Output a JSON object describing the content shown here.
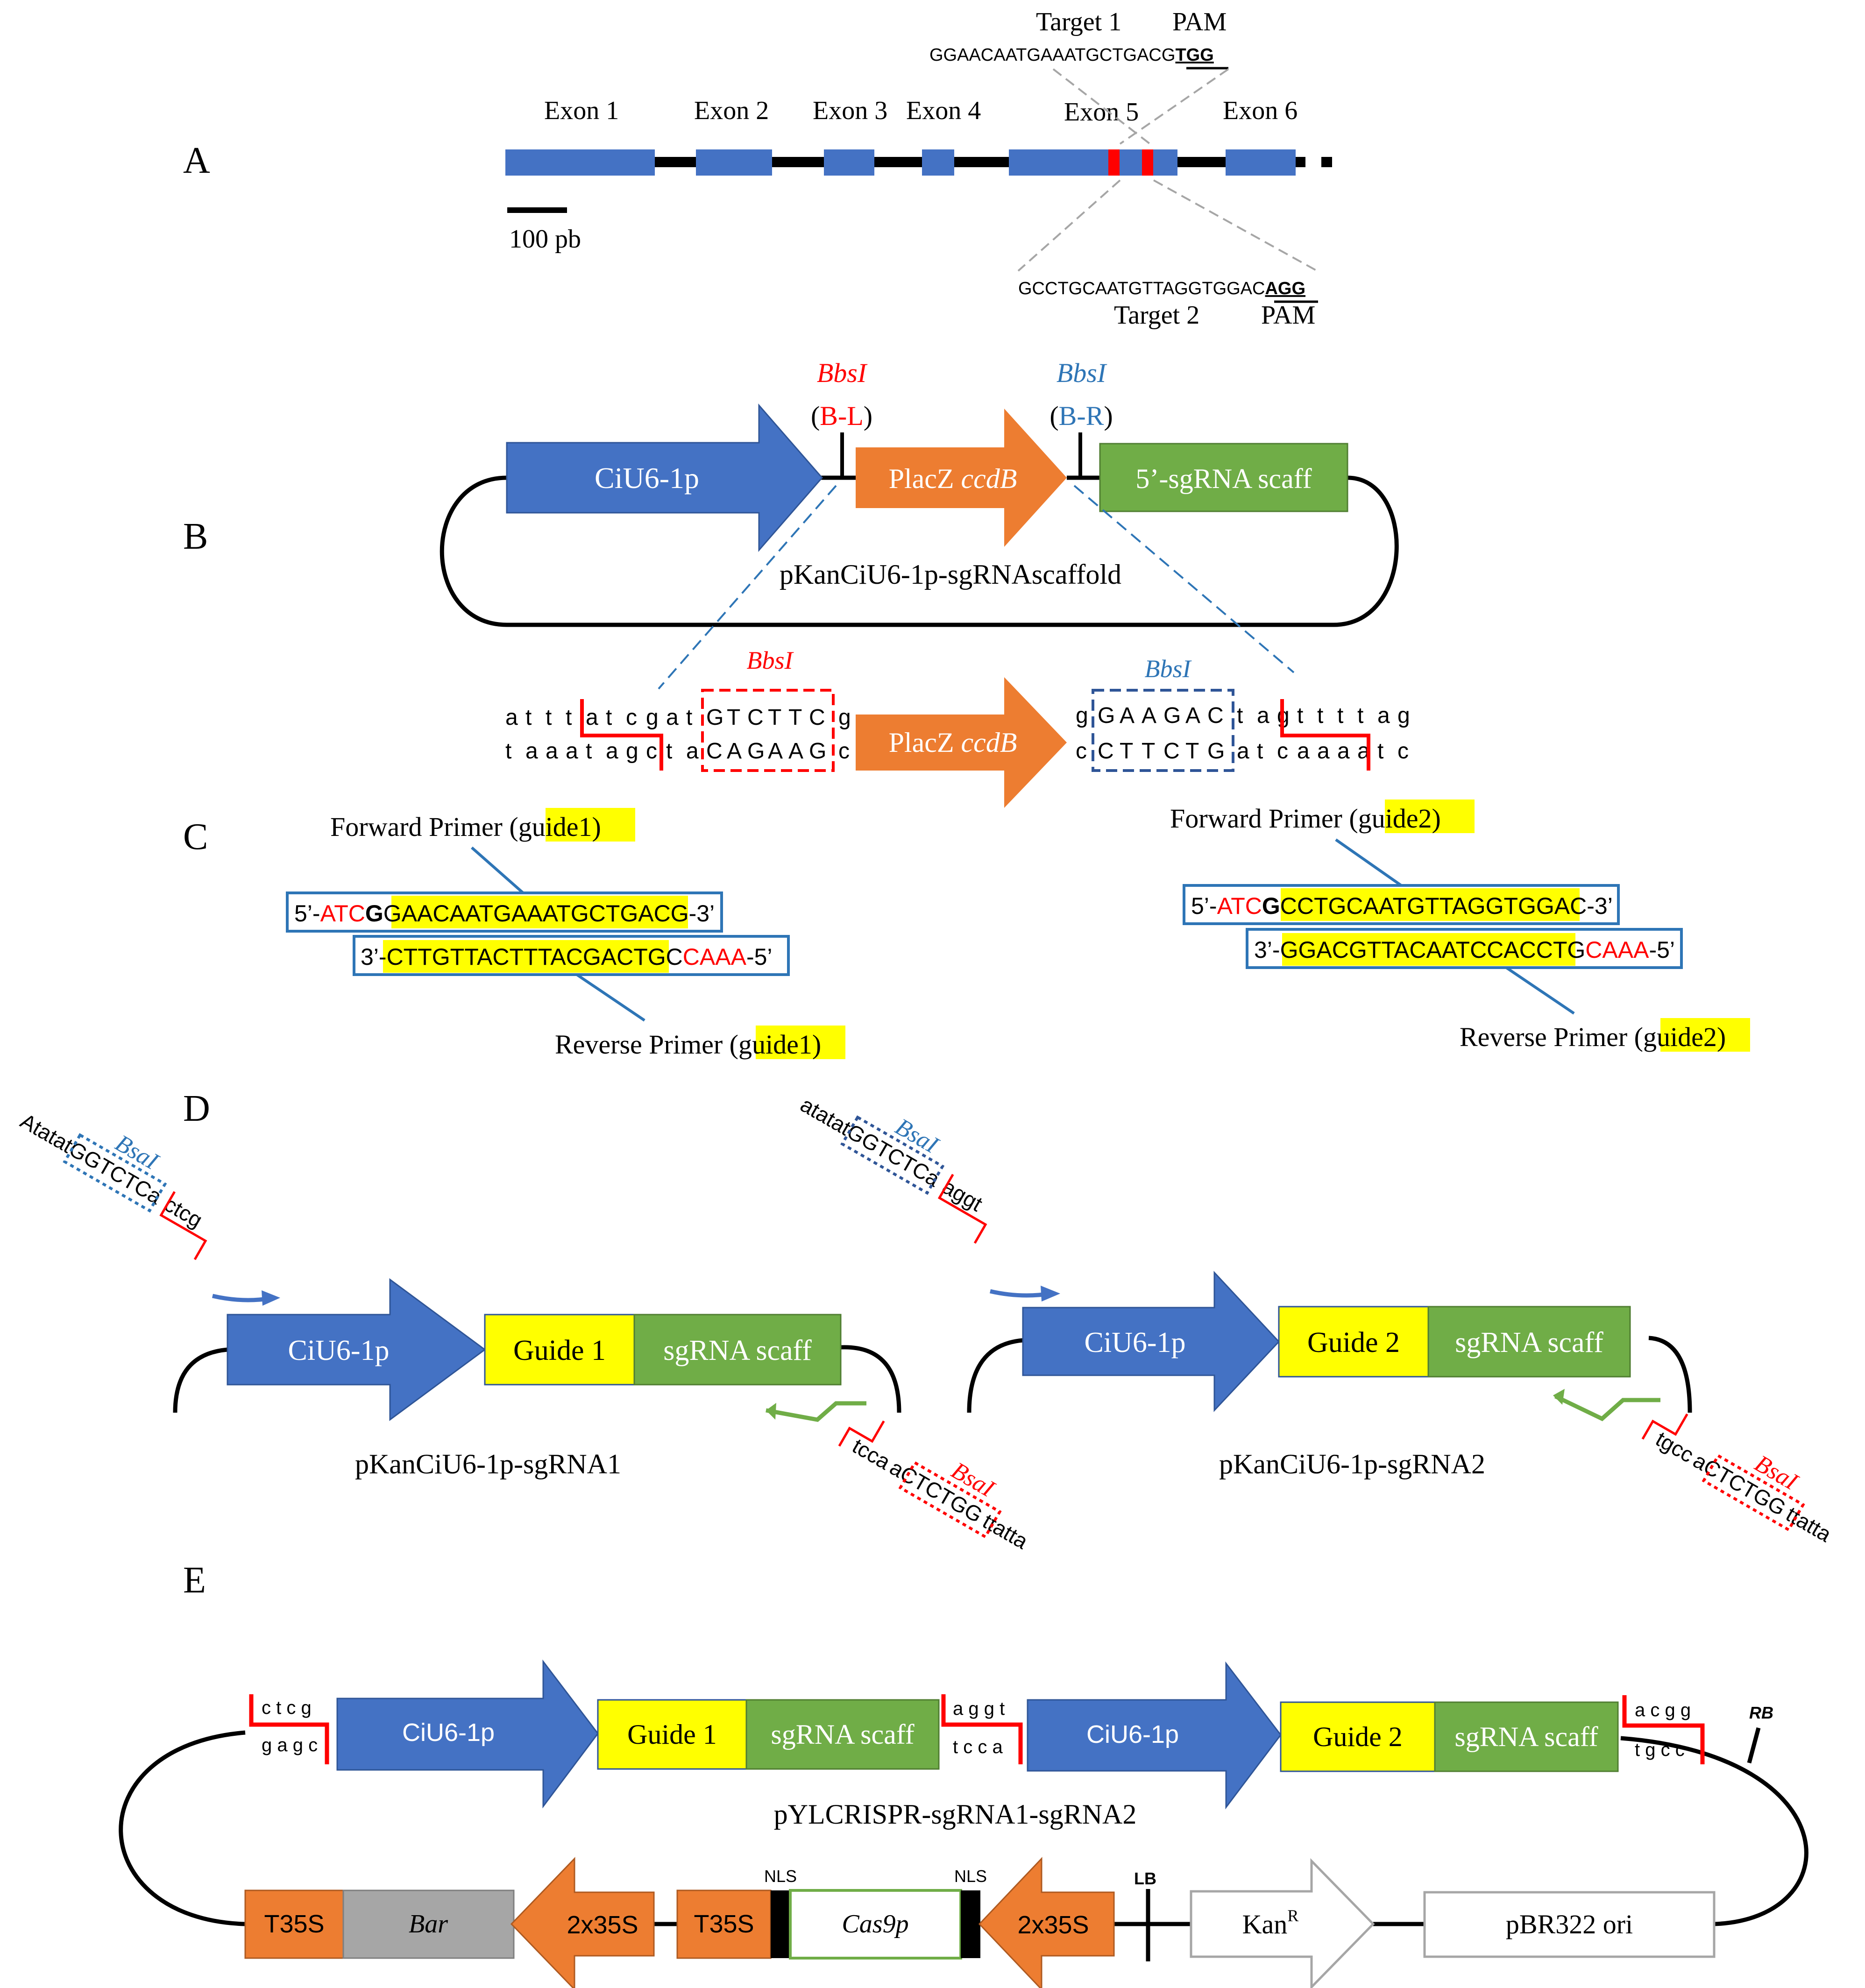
{
  "colors": {
    "blue": "#4472C4",
    "orange": "#ED7D31",
    "green": "#70AD47",
    "yellow": "#FFFF00",
    "red": "#FF0000",
    "gray": "#A6A6A6",
    "primer_box": "#2E75B6",
    "bbsi_right": "#2E75B6"
  },
  "panel_letters": [
    "A",
    "B",
    "C",
    "D",
    "E"
  ],
  "panelA": {
    "exons": [
      "Exon 1",
      "Exon 2",
      "Exon 3",
      "Exon 4",
      "Exon 5",
      "Exon 6"
    ],
    "scale": "100 pb",
    "target1": {
      "label": "Target 1",
      "pam_label": "PAM",
      "seq": "GGAACAATGAAATGCTGACG",
      "pam": "TGG"
    },
    "target2": {
      "label": "Target 2",
      "pam_label": "PAM",
      "seq": "GCCTGCAATGTTAGGTGGAC",
      "pam": "AGG"
    }
  },
  "panelB": {
    "bbsi": "BbsI",
    "bl": {
      "open": "(",
      "name": "B-L",
      "close": ")"
    },
    "br": {
      "open": "(",
      "name": "B-R",
      "close": ")"
    },
    "promoter": "CiU6-1p",
    "placz": "PlacZ",
    "ccdb": "ccdB",
    "scaffold": "5’-sgRNA scaff",
    "plasmid": "pKanCiU6-1p-sgRNAscaffold",
    "seq_top_left": [
      "a",
      "t",
      "t",
      "t",
      "a",
      "t",
      "c",
      "g",
      "a",
      "t"
    ],
    "seq_bot_left": [
      "t",
      "a",
      "a",
      "a",
      "t",
      "a",
      "g",
      "c",
      "t",
      "a"
    ],
    "site_left_top": [
      "G",
      "T",
      "C",
      "T",
      "T",
      "C"
    ],
    "site_left_bot": [
      "C",
      "A",
      "G",
      "A",
      "A",
      "G"
    ],
    "left_flank_top": "g",
    "left_flank_bot": "c",
    "right_flank_top": "g",
    "right_flank_bot": "c",
    "site_right_top": [
      "G",
      "A",
      "A",
      "G",
      "A",
      "C"
    ],
    "site_right_bot": [
      "C",
      "T",
      "T",
      "C",
      "T",
      "G"
    ],
    "seq_top_right": [
      "t",
      "a",
      "g",
      "t",
      "t",
      "t",
      "t",
      "a",
      "g"
    ],
    "seq_bot_right": [
      "a",
      "t",
      "c",
      "a",
      "a",
      "a",
      "a",
      "t",
      "c"
    ]
  },
  "panelC": {
    "guide1": {
      "fwd_label_pre": "Forward Primer (",
      "guide": "guide1",
      "label_post": ")",
      "rev_label_pre": "Reverse Primer (",
      "fwd_5": "5’-",
      "fwd_atc": "ATC",
      "fwd_g": "G",
      "fwd_seq": "GAACAATGAAATGCTGACG",
      "fwd_3": "-3’",
      "rev_3": "3’-",
      "rev_seq": "CTTGTTACTTTACGACTGC",
      "rev_caaa": "CAAA",
      "rev_5": "-5’"
    },
    "guide2": {
      "fwd_label_pre": "Forward Primer (",
      "guide": "guide2",
      "label_post": ")",
      "rev_label_pre": "Reverse Primer (",
      "fwd_5": "5’-",
      "fwd_atc": "ATC",
      "fwd_g": "G",
      "fwd_seq": "CCTGCAATGTTAGGTGGAC",
      "fwd_3": "-3’",
      "rev_3": "3’-",
      "rev_seq": "GGACGTTACAATCCACCTG",
      "rev_caaa": "CAAA",
      "rev_5": "-5’"
    }
  },
  "panelD": {
    "bsai": "BsaI",
    "promoter": "CiU6-1p",
    "scaffold": "sgRNA scaff",
    "c1": {
      "guide": "Guide 1",
      "plasmid": "pKanCiU6-1p-sgRNA1",
      "top_prefix": "Atatat",
      "top_site": "GGTCTC",
      "top_a": "a",
      "top_ovh": "ctcg",
      "bot_ovh": "tcca",
      "bot_a": "a",
      "bot_site": "CTCTGG",
      "bot_suffix": "ttatta"
    },
    "c2": {
      "guide": "Guide 2",
      "plasmid": "pKanCiU6-1p-sgRNA2",
      "top_prefix": "atatat",
      "top_site": "GGTCTC",
      "top_a": "a",
      "top_ovh": "aggt",
      "bot_ovh": "tgcc",
      "bot_a": "a",
      "bot_site": "CTCTGG",
      "bot_suffix": "ttatta"
    }
  },
  "panelE": {
    "plasmid": "pYLCRISPR-sgRNA1-sgRNA2",
    "promoter": "CiU6-1p",
    "guide1": "Guide 1",
    "guide2": "Guide 2",
    "scaffold": "sgRNA scaff",
    "ovh1_top": "c t c g",
    "ovh1_bot": "g a g c",
    "ovh2_top": "a g g t",
    "ovh2_bot": "t c c a",
    "ovh3_top": "a c g g",
    "ovh3_bot": "t g c c",
    "rb": "RB",
    "lb": "LB",
    "t35s": "T35S",
    "bar": "Bar",
    "p35s": "2x35S",
    "nls": "NLS",
    "cas9": "Cas9p",
    "kan": "Kan",
    "kan_sup": "R",
    "ori": "pBR322 ori"
  }
}
